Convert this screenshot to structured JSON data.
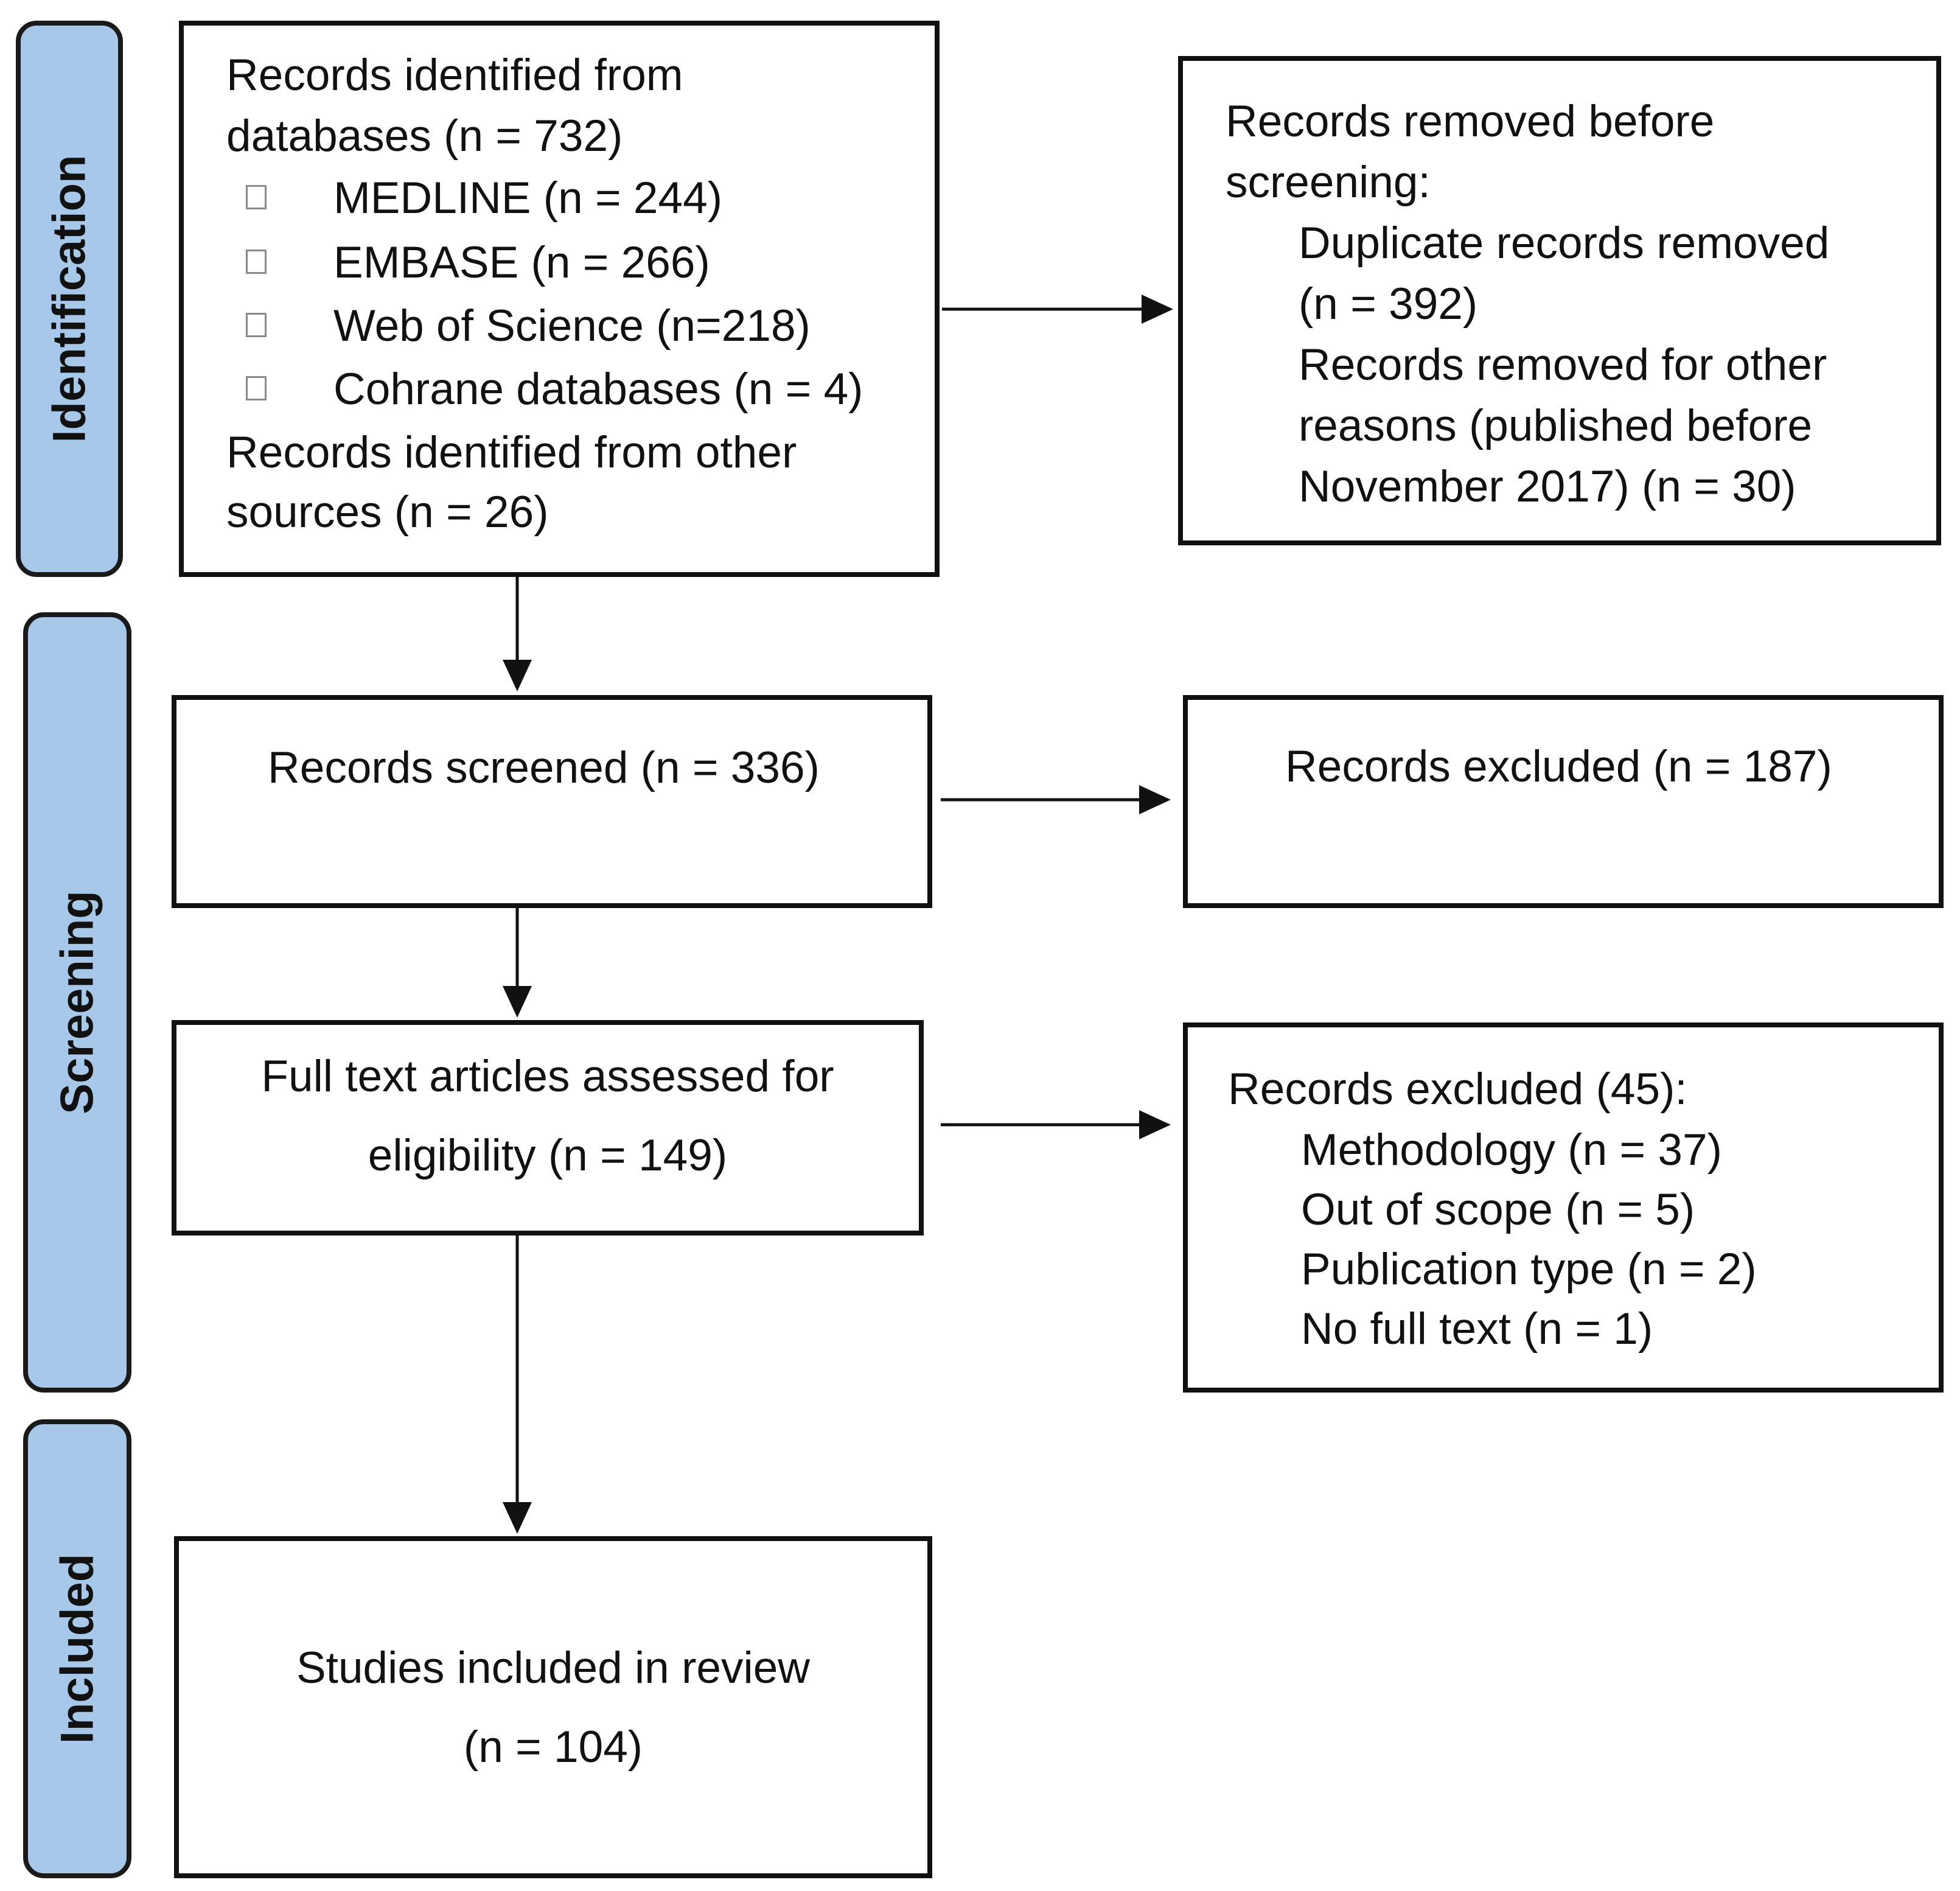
{
  "phases": {
    "identification": "Identification",
    "screening": "Screening",
    "included": "Included"
  },
  "identified": {
    "line1": "Records identified from",
    "line2": "databases (n = 732)",
    "databases": [
      "MEDLINE (n = 244)",
      "EMBASE (n = 266)",
      "Web of Science (n=218)",
      "Cohrane databases (n = 4)"
    ],
    "other_line1": "Records identified from other",
    "other_line2": "sources (n = 26)"
  },
  "removed": {
    "title_line1": "Records removed before",
    "title_line2": "screening:",
    "items": [
      "Duplicate records removed",
      "(n = 392)",
      "Records removed for other",
      "reasons (published before",
      "November 2017) (n = 30)"
    ]
  },
  "screened": {
    "label": "Records screened (n = 336)"
  },
  "excluded_screening": {
    "label": "Records excluded (n = 187)"
  },
  "fulltext": {
    "line1": "Full text articles assessed for",
    "line2": "eligibility (n = 149)"
  },
  "excluded_fulltext": {
    "title": "Records excluded (45):",
    "items": [
      "Methodology (n = 37)",
      "Out of scope (n = 5)",
      "Publication type (n = 2)",
      "No full text (n = 1)"
    ]
  },
  "included": {
    "line1": "Studies included in review",
    "line2": "(n = 104)"
  },
  "colors": {
    "phase_fill": "#a7c8e9",
    "border": "#111111"
  }
}
